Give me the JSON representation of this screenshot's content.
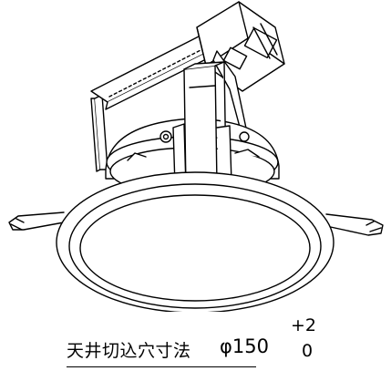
{
  "caption": {
    "label": "天井切込穴寸法",
    "dimension": "φ150",
    "tolerance_plus": "+2",
    "tolerance_minus": "0"
  },
  "colors": {
    "line": "#000000",
    "fill": "#ffffff"
  }
}
